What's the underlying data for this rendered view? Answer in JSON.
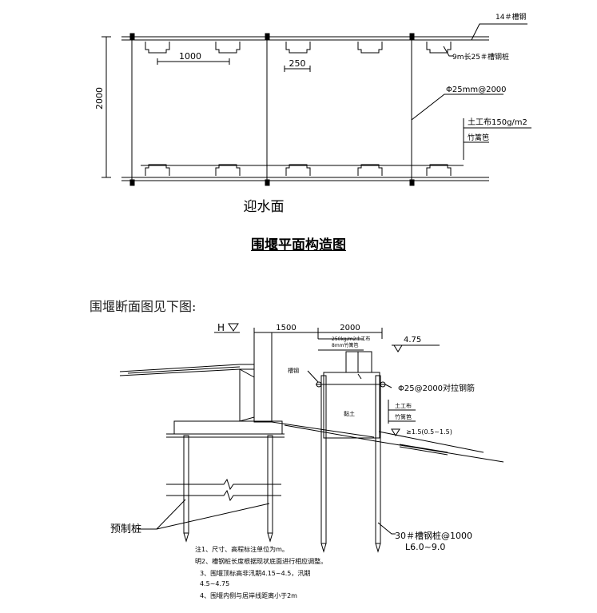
{
  "plan": {
    "top_label": "14＃槽钢",
    "dim_1000": "1000",
    "dim_250": "250",
    "dim_2000": "2000",
    "channel_label": "9m长25＃槽钢桩",
    "rod_label": "Φ25mm@2000",
    "geotextile_label": "土工布150g/m2",
    "bamboo_label": "竹篱笆",
    "facing_label": "迎水面"
  },
  "caption": "围堰平面构造图",
  "intro": "围堰断面图见下图:",
  "section": {
    "h_label": "H",
    "dim_1500": "1500",
    "dim_2000": "2000",
    "elev_475": "4.75",
    "geo_top_1": "250kg/m2土工布",
    "geo_top_2": "8mm竹篱笆",
    "channel_label": "槽钢",
    "fill_label": "黏土",
    "rod_label": "Φ25@2000对拉钢筋",
    "geotextile_label": "土工布",
    "bamboo_label": "竹篱笆",
    "slope_label": "≥1.5(0.5~1.5)",
    "precast_label": "预制桩",
    "pile_label": "30＃槽钢桩@1000",
    "pile_len": "L6.0~9.0"
  },
  "notes": [
    "注1、尺寸、高程标注单位为m。",
    "明2、槽钢桩长度根据现状底面进行相应调整。",
    "3、围堰顶标高非汛期4.15~4.5，汛期",
    "4.5~4.75",
    "4、围堰内侧与居岸线距离小于2m"
  ]
}
